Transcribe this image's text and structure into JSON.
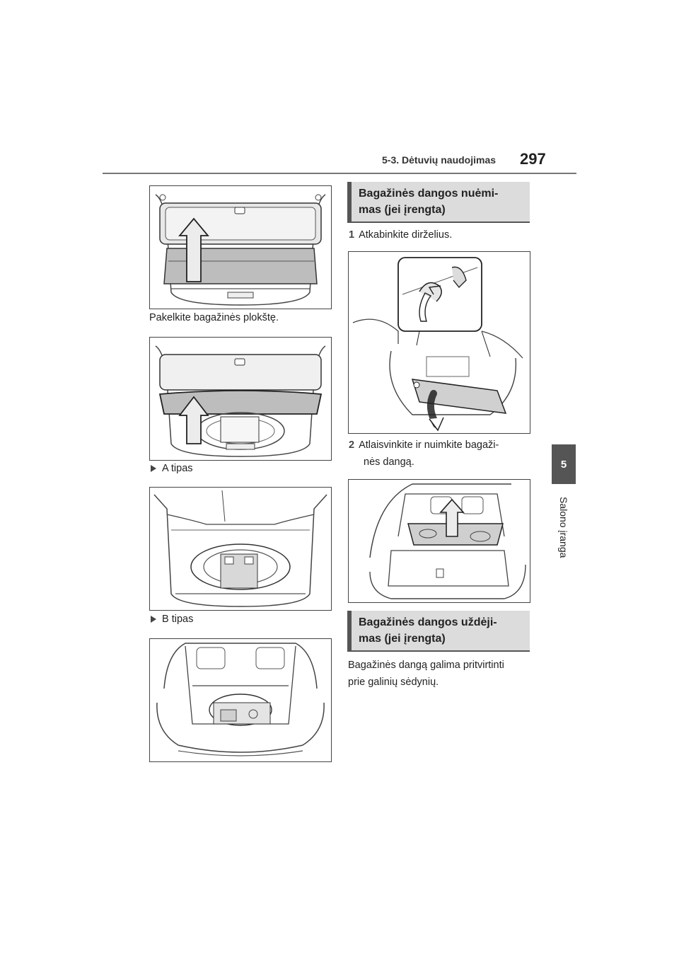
{
  "header": {
    "section": "5-3. Dėtuvių naudojimas",
    "page_number": "297"
  },
  "chapter": {
    "number": "5",
    "label": "Salono įranga"
  },
  "left": {
    "caption_1": "Pakelkite bagažinės plokštę.",
    "bullet_a": "A tipas",
    "bullet_b": "B tipas"
  },
  "right": {
    "heading_1_line1": "Bagažinės dangos nuėmi-",
    "heading_1_line2": "mas (jei įrengta)",
    "step_1_num": "1",
    "step_1_text": "Atkabinkite dirželius.",
    "step_2_num": "2",
    "step_2_line1": "Atlaisvinkite ir nuimkite bagaži-",
    "step_2_line2": "nės dangą.",
    "heading_2_line1": "Bagažinės dangos uždėji-",
    "heading_2_line2": "mas (jei įrengta)",
    "para_line1": "Bagažinės dangą galima pritvirtinti",
    "para_line2": "prie galinių sėdynių."
  }
}
